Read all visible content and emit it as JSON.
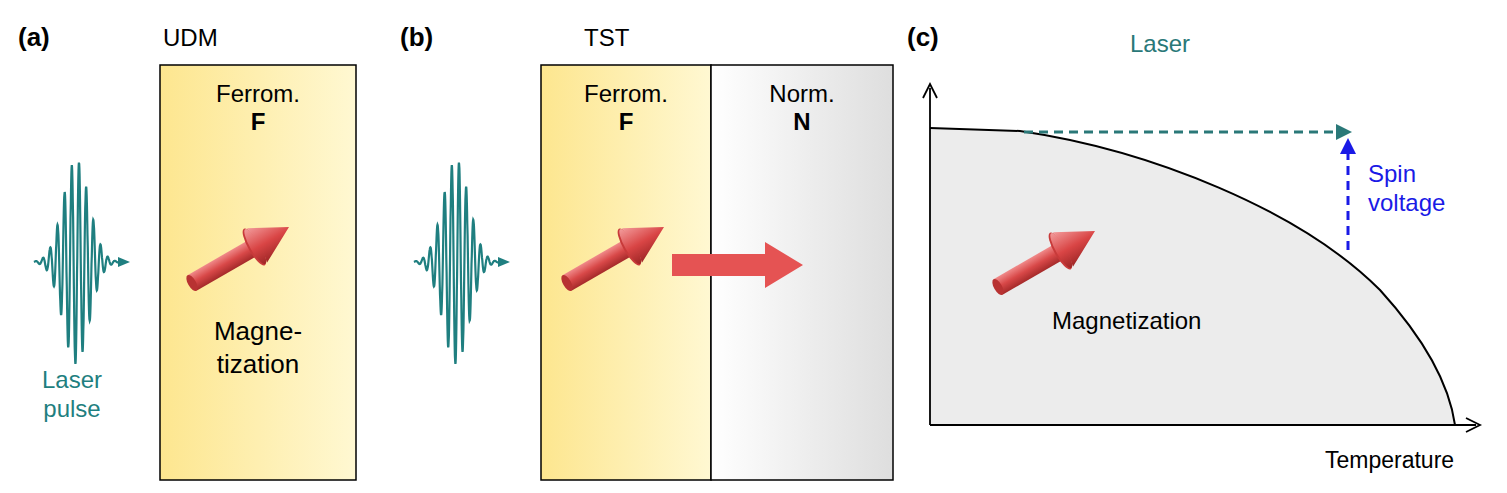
{
  "diagram": {
    "nodes": [
      {
        "text": [
          "Ferrom.",
          "F",
          "Magne- tization"
        ]
      },
      {
        "text": [
          "Ferrom.",
          "F"
        ]
      },
      {
        "text": [
          "Norm.",
          "N"
        ]
      },
      {
        "text": [
          "Magnetization"
        ]
      }
    ],
    "labels": [
      "(a)",
      "UDM",
      "Laser pulse",
      "(b)",
      "TST",
      "(c)",
      "Laser",
      "Spin voltage",
      "Temperature"
    ]
  }
}
